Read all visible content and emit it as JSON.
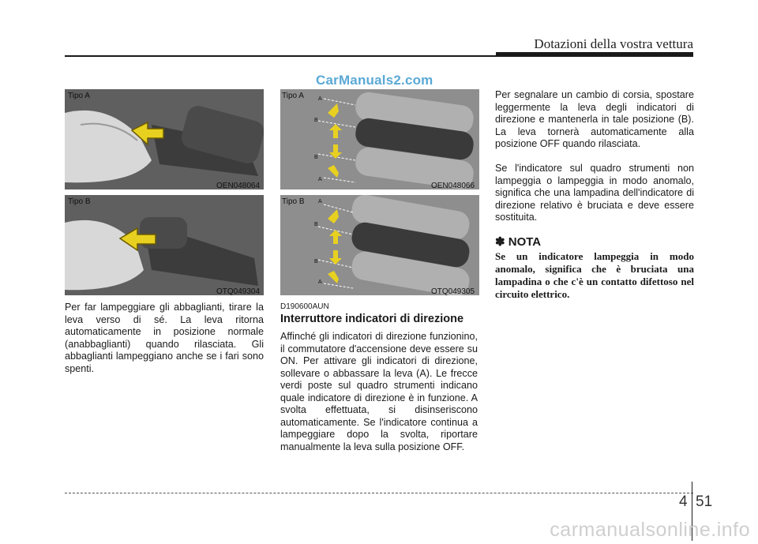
{
  "header": {
    "title": "Dotazioni della vostra vettura"
  },
  "watermark": "CarManuals2.com",
  "figures": {
    "left_top": {
      "label": "Tipo A",
      "code": "OEN048064"
    },
    "left_bottom": {
      "label": "Tipo B",
      "code": "OTQ049304"
    },
    "mid_top": {
      "label": "Tipo A",
      "code": "OEN048066"
    },
    "mid_bottom": {
      "label": "Tipo B",
      "code": "OTQ049305"
    },
    "lever_marks": [
      "A",
      "B",
      "B",
      "A"
    ]
  },
  "left_col": {
    "text": "Per far lampeggiare gli abbaglianti, tirare la leva verso di sé. La leva ritorna automaticamente in posizione normale (anabbaglianti) quando rilasciata. Gli abbaglianti lampeggiano anche se i fari sono spenti."
  },
  "mid_col": {
    "code": "D190600AUN",
    "heading": "Interruttore indicatori di direzione",
    "text": "Affinché gli indicatori di direzione funzionino, il commutatore d'accensione deve essere su ON. Per attivare gli indicatori di direzione, sollevare o abbassare la leva (A). Le frecce verdi poste sul quadro strumenti indicano quale indicatore di direzione è in funzione. A svolta effettuata, si disinseriscono automaticamente. Se l'indicatore continua a lampeggiare dopo la svolta, riportare manualmente la leva sulla posizione OFF."
  },
  "right_col": {
    "para1": "Per segnalare un cambio di corsia, spostare leggermente la leva degli indicatori di direzione e mantenerla in tale posizione (B). La leva tornerà automaticamente alla posizione OFF quando rilasciata.",
    "para2": "Se l'indicatore sul quadro strumenti non lampeggia o lampeggia in modo anomalo, significa che una lampadina dell'indicatore di direzione relativo è bruciata e deve essere sostituita.",
    "nota_title": "✽ NOTA",
    "nota_text": "Se un indicatore lampeggia in modo anomalo, significa che è bruciata una lampadina o che c'è un contatto difettoso nel circuito elettrico."
  },
  "footer": {
    "chapter": "4",
    "page": "51",
    "site": "carmanualsonline.info"
  },
  "colors": {
    "photo_bg": "#5f5f5f",
    "arrow_yellow": "#e8d020",
    "watermark_blue": "#5aa9d6"
  }
}
